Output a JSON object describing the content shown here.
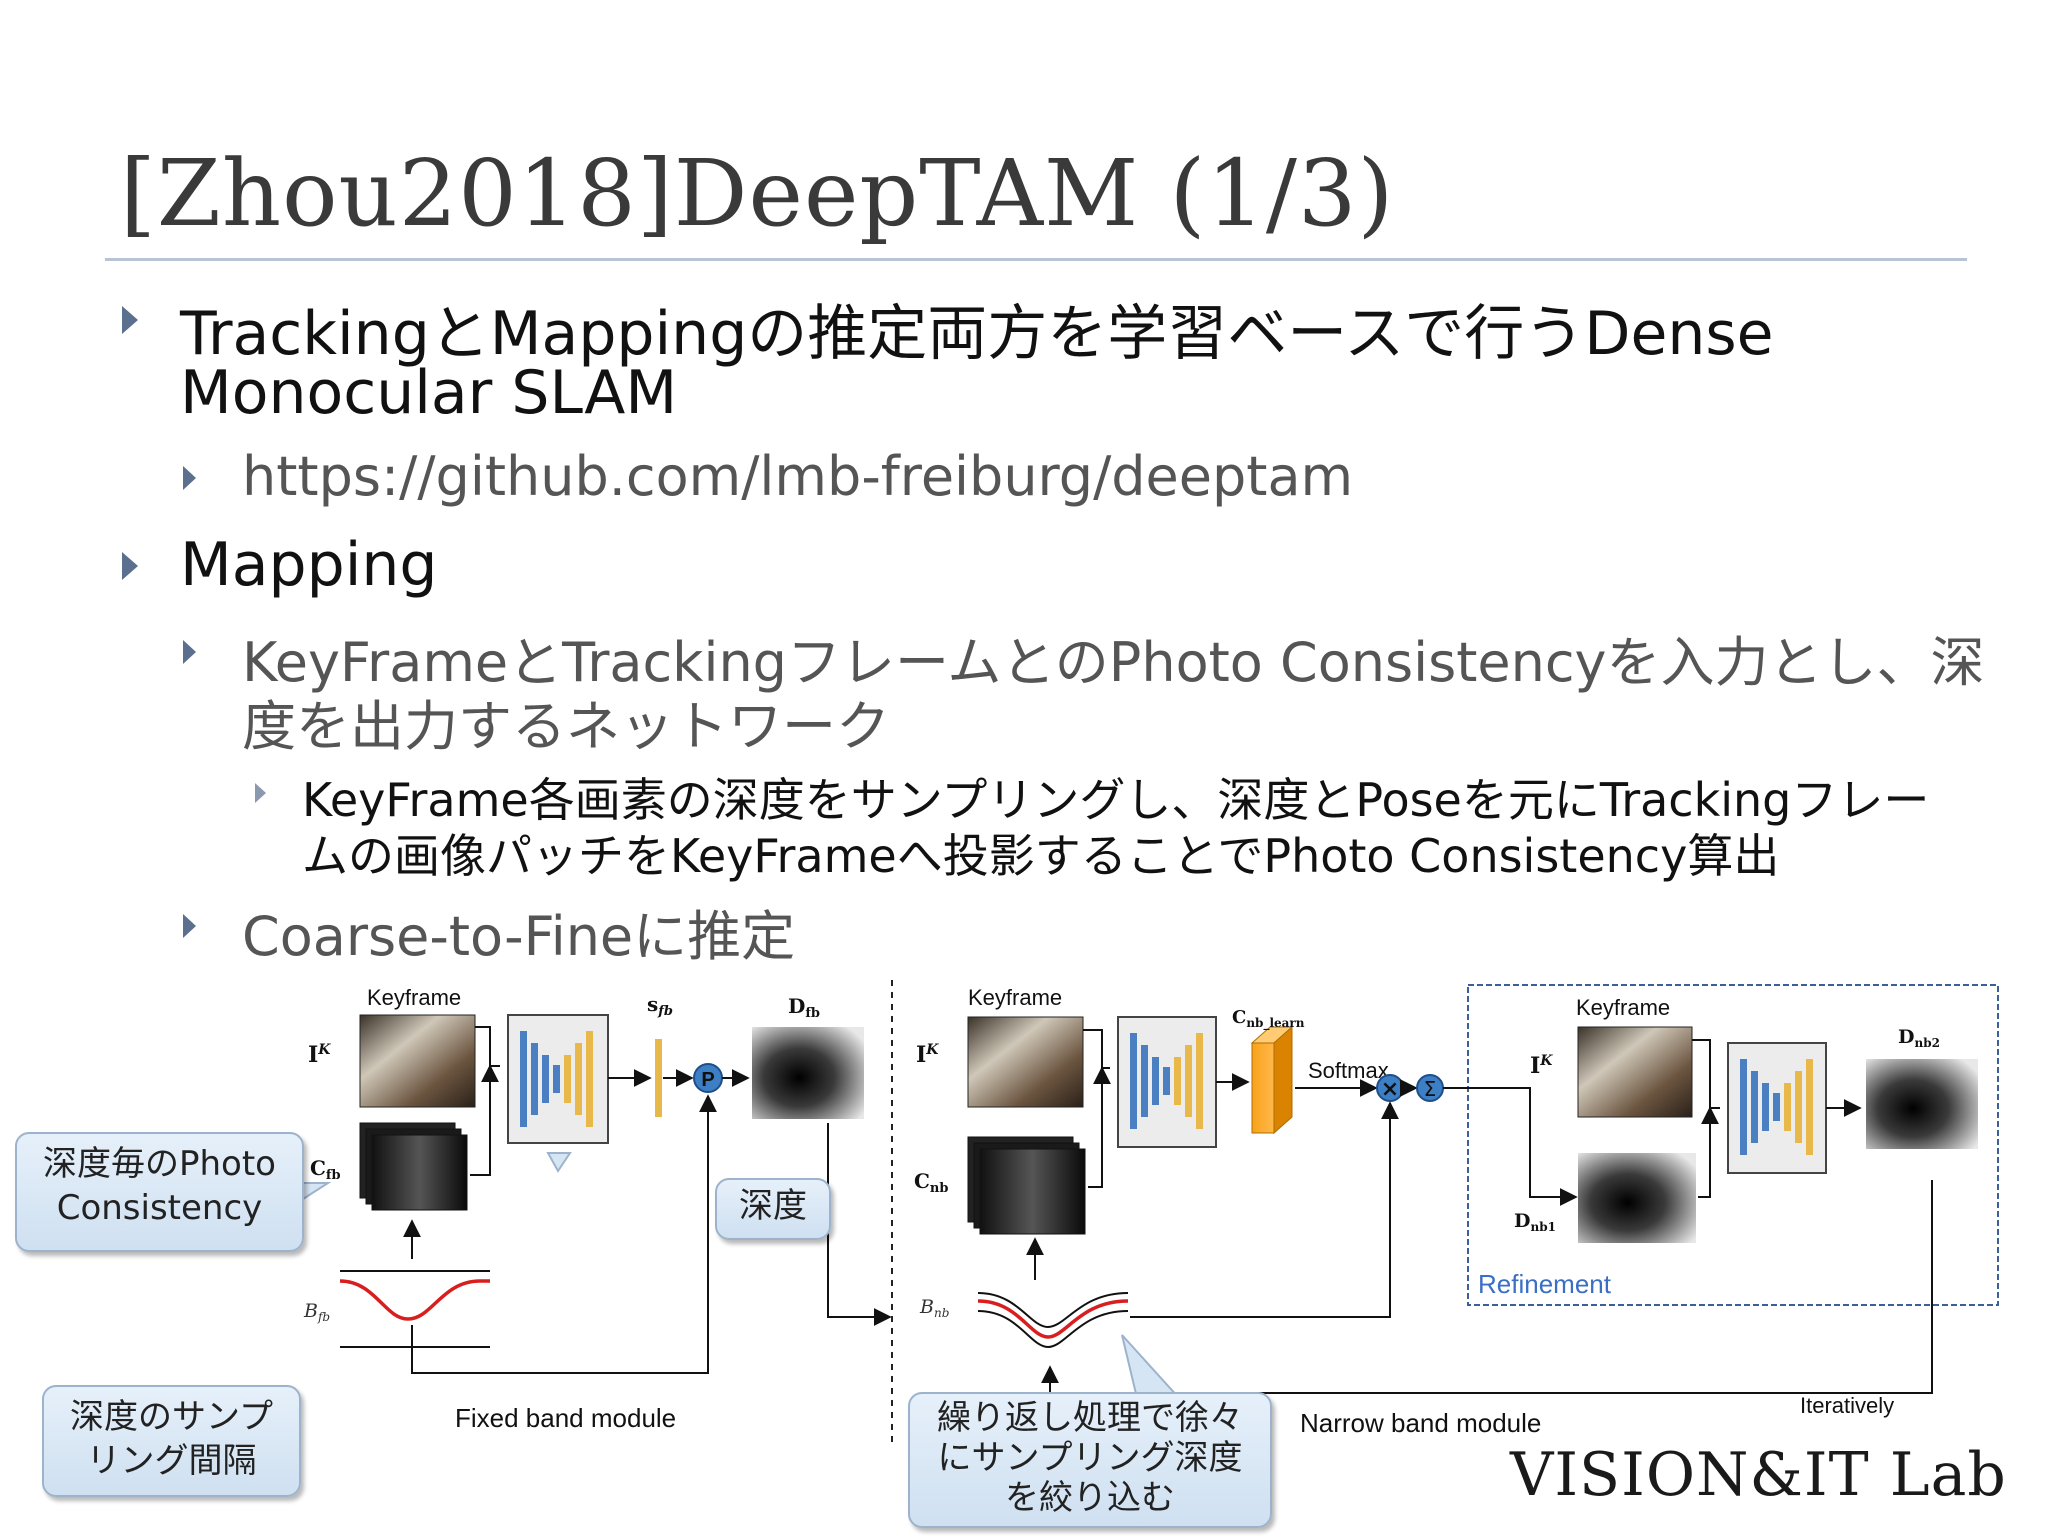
{
  "slide": {
    "title": "[Zhou2018]DeepTAM (1/3)",
    "bullets": {
      "b1_line1": "TrackingとMappingの推定両方を学習ベースで行うDense",
      "b1_line2": "Monocular SLAM",
      "b1_sub1": "https://github.com/lmb-freiburg/deeptam",
      "b2": "Mapping",
      "b2_sub1_line1": "KeyFrameとTrackingフレームとのPhoto Consistencyを入力とし、深",
      "b2_sub1_line2": "度を出力するネットワーク",
      "b2_subsub1_line1": "KeyFrame各画素の深度をサンプリングし、深度とPoseを元にTrackingフレー",
      "b2_subsub1_line2": "ムの画像パッチをKeyFrameへ投影することでPhoto Consistency算出",
      "b2_sub2": "Coarse-to-Fineに推定"
    },
    "logo": "VISION&IT Lab"
  },
  "diagram": {
    "keyframe1": "Keyframe",
    "keyframe2": "Keyframe",
    "keyframe3": "Keyframe",
    "ik1": "I",
    "ik2": "I",
    "ik3": "I",
    "sup_k": "K",
    "cfb": "C",
    "cfb_sub": "fb",
    "bfb": "B",
    "bfb_sub": "fb",
    "sfb": "s",
    "sfb_sub": "fb",
    "dfb": "D",
    "dfb_sub": "fb",
    "p_node": "P",
    "cnb": "C",
    "cnb_sub": "nb",
    "bnb": "B",
    "bnb_sub": "nb",
    "cnb_learn": "C",
    "cnb_learn_sub": "nb_learn",
    "softmax": "Softmax",
    "mult": "×",
    "sum": "Σ",
    "dnb1": "D",
    "dnb1_sub": "nb1",
    "dnb2": "D",
    "dnb2_sub": "nb2",
    "refinement": "Refinement",
    "fixed_band": "Fixed band module",
    "narrow_band": "Narrow band module",
    "iteratively": "Iteratively"
  },
  "callouts": {
    "c1_line1": "深度毎のPhoto",
    "c1_line2": "Consistency",
    "c2": "深度",
    "c3_line1": "深度のサンプ",
    "c3_line2": "リング間隔",
    "c4_line1": "繰り返し処理で徐々",
    "c4_line2": "にサンプリング深度",
    "c4_line3": "を絞り込む"
  },
  "colors": {
    "bullet": "#5b6f8f",
    "net_blue": "#4a7fc1",
    "net_yellow": "#e8b84a",
    "cost_orange": "#f5a623",
    "node_blue": "#3d7fc4",
    "curve_red": "#d81e1e",
    "refinement_text": "#3a6fc4"
  }
}
